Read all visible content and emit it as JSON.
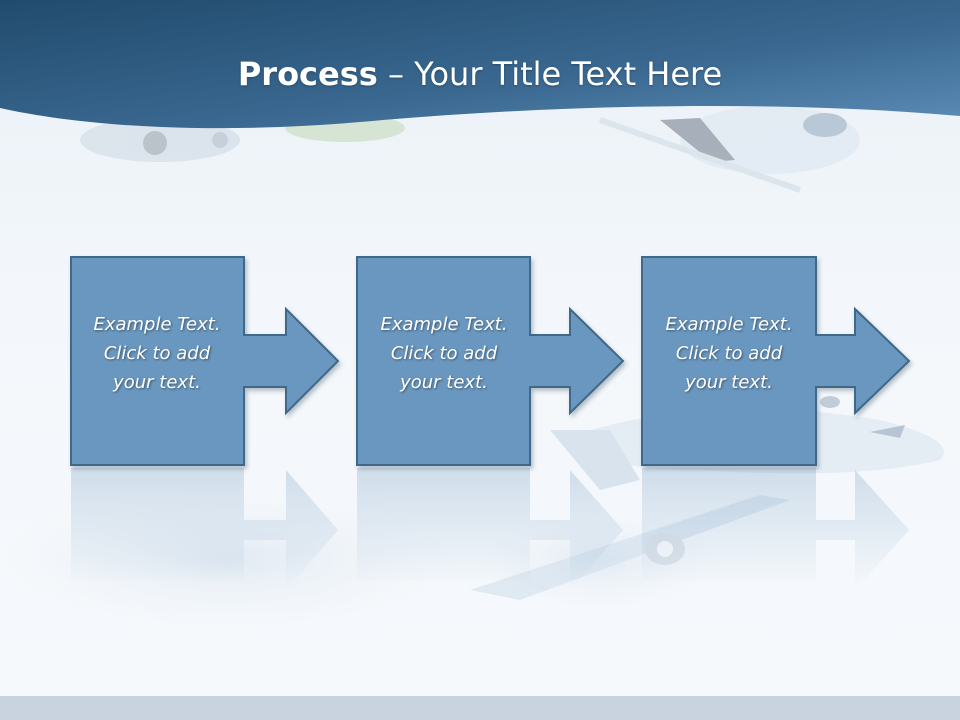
{
  "slide": {
    "title_bold": "Process",
    "title_rest": " – Your Title Text Here"
  },
  "steps": [
    {
      "line1": "Example Text.",
      "line2": "Click  to add",
      "line3": "your text."
    },
    {
      "line1": "Example Text.",
      "line2": "Click  to add",
      "line3": "your text."
    },
    {
      "line1": "Example Text.",
      "line2": "Click  to add",
      "line3": "your text."
    }
  ],
  "colors": {
    "header": "#2f5b80",
    "box_fill": "#6a97bf",
    "box_border": "#3f6788",
    "background": "#eef3f8"
  },
  "icons": [
    "airplane-illustration",
    "vehicle-illustration"
  ]
}
